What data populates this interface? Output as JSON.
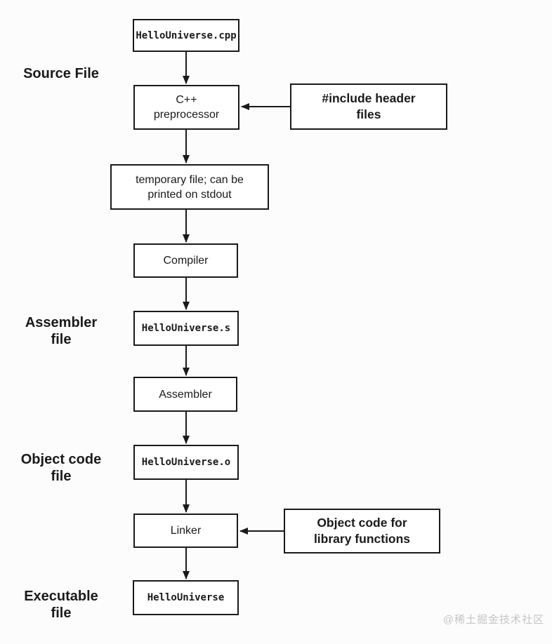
{
  "page": {
    "background": "#fcfcfc",
    "line_color": "#1a1a1a",
    "box_fill": "#ffffff",
    "watermark_color": "#c5c5c5"
  },
  "flowchart": {
    "nodes": {
      "source_file_name": "HelloUniverse.cpp",
      "preprocessor": "C++\npreprocessor",
      "include_note": "#include header\nfiles",
      "temp_file": "temporary file; can be\nprinted on stdout",
      "compiler": "Compiler",
      "assembly_file_name": "HelloUniverse.s",
      "assembler": "Assembler",
      "object_file_name": "HelloUniverse.o",
      "linker": "Linker",
      "library_note": "Object code for\nlibrary functions",
      "executable_name": "HelloUniverse"
    },
    "stage_labels": {
      "source": "Source File",
      "assembler": "Assembler\nfile",
      "object": "Object code\nfile",
      "executable": "Executable\nfile"
    },
    "watermark": "@稀土掘金技术社区"
  }
}
